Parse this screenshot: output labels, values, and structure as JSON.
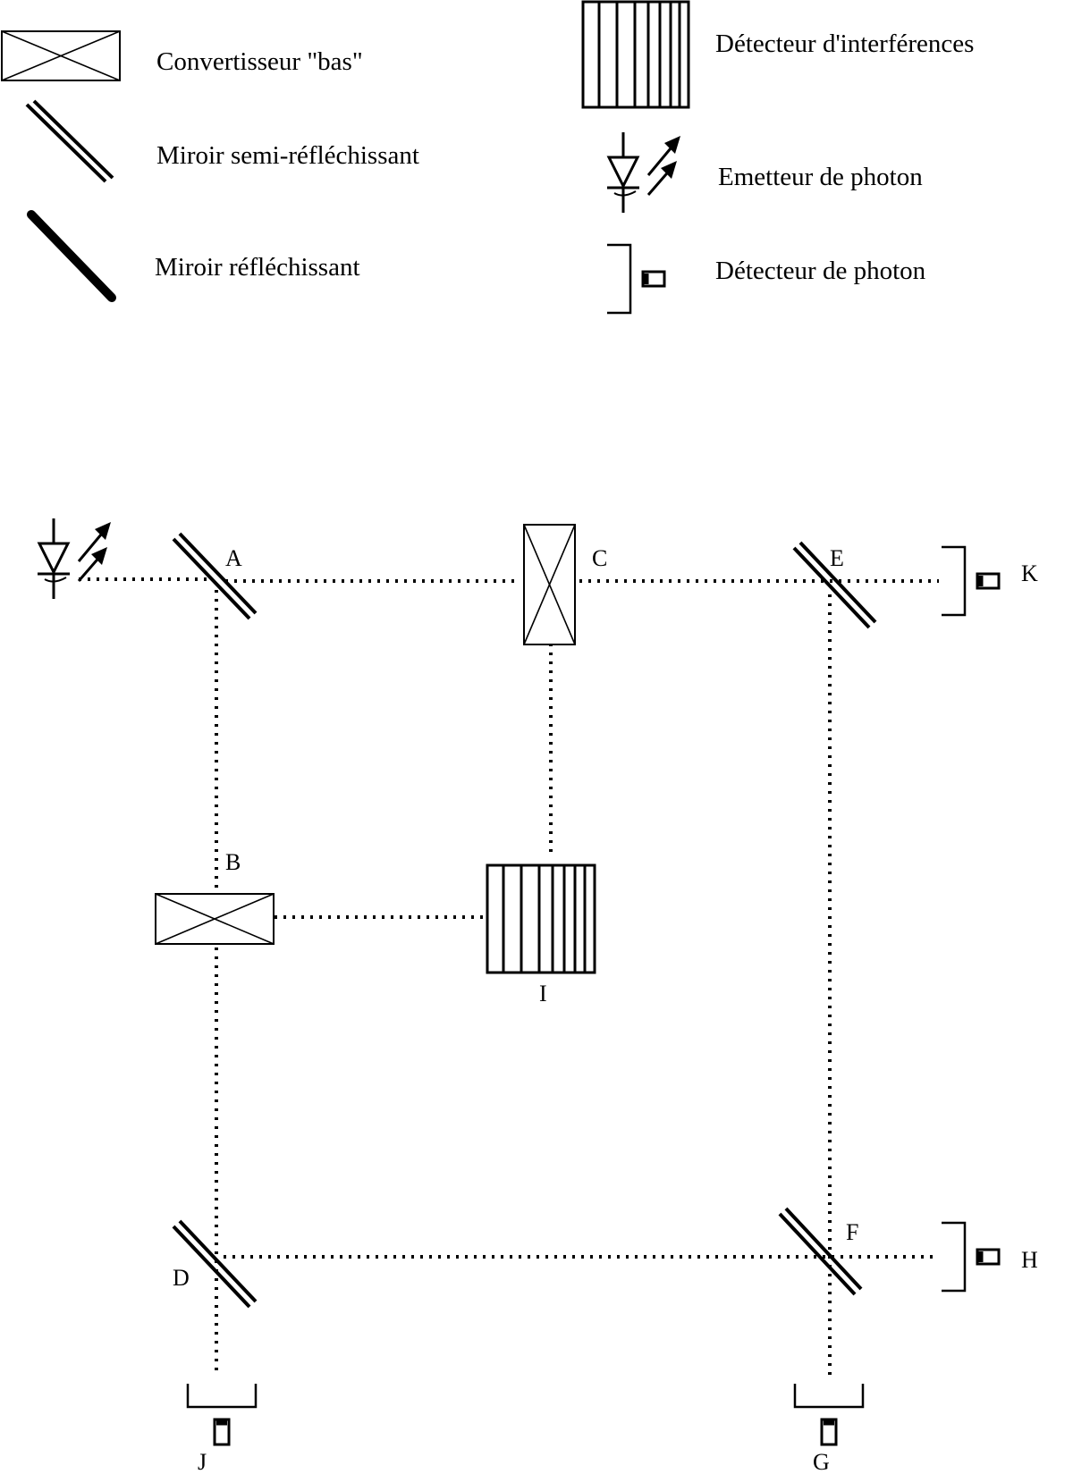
{
  "legend": {
    "converter": "Convertisseur \"bas\"",
    "semi_mirror": "Miroir semi-réfléchissant",
    "mirror": "Miroir réfléchissant",
    "interference_detector": "Détecteur d'interférences",
    "photon_emitter": "Emetteur de photon",
    "photon_detector": "Détecteur de photon"
  },
  "labels": {
    "A": "A",
    "B": "B",
    "C": "C",
    "D": "D",
    "E": "E",
    "F": "F",
    "G": "G",
    "H": "H",
    "I": "I",
    "J": "J",
    "K": "K"
  },
  "colors": {
    "ink": "#000000",
    "background": "#ffffff"
  },
  "icons": [
    "converter-icon",
    "semi-mirror-icon",
    "mirror-icon",
    "interference-detector-icon",
    "photon-emitter-icon",
    "photon-detector-icon"
  ]
}
